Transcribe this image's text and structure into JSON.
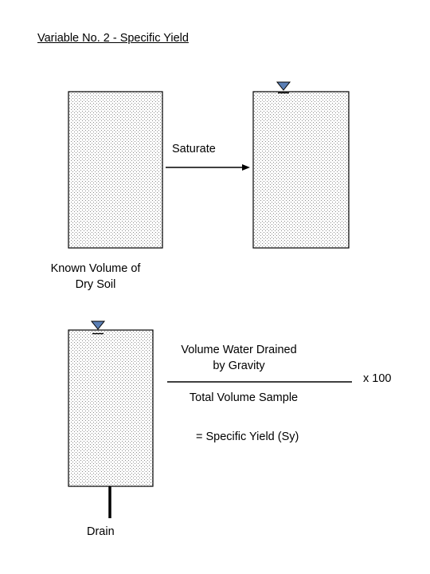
{
  "title": "Variable No. 2 - Specific Yield",
  "saturate_label": "Saturate",
  "dry_soil_label_line1": "Known Volume of",
  "dry_soil_label_line2": "Dry Soil",
  "numerator_line1": "Volume Water Drained",
  "numerator_line2": "by Gravity",
  "denominator": "Total Volume Sample",
  "multiplier": "x 100",
  "result": "= Specific Yield (Sy)",
  "drain_label": "Drain",
  "colors": {
    "stroke": "#000000",
    "water_marker": "#5b7fb5",
    "stipple": "#8a8a8a"
  }
}
